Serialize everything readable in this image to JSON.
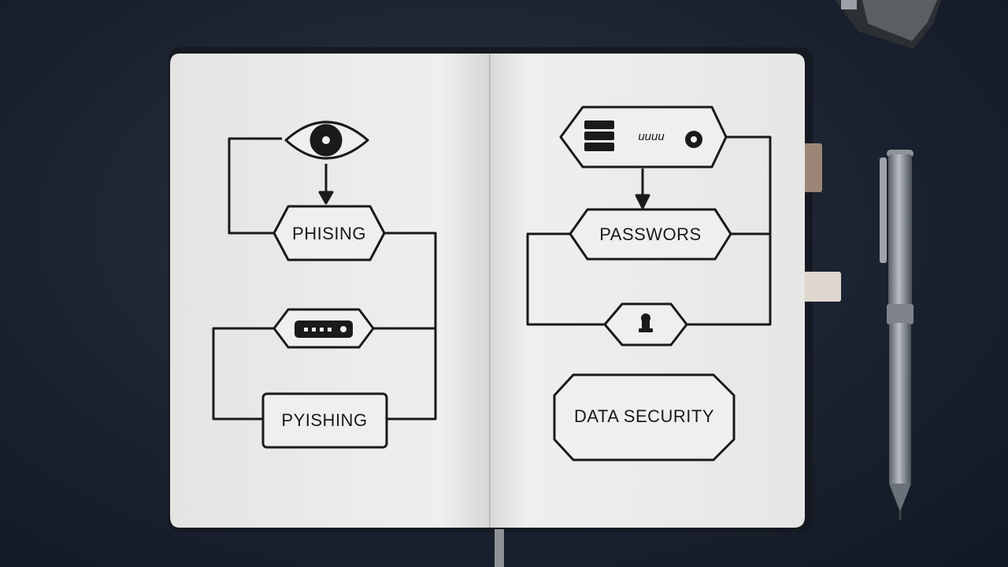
{
  "left_page": {
    "nodes": [
      {
        "label": "PHISING"
      },
      {
        "label": "PYISHING"
      }
    ]
  },
  "right_page": {
    "nodes": [
      {
        "label": "uuuu"
      },
      {
        "label": "PASSWORS"
      },
      {
        "label": "DATA SECURITY"
      }
    ]
  },
  "icons": [
    "eye-icon",
    "database-icon",
    "radio-dot-icon",
    "router-icon",
    "keyhole-icon"
  ],
  "colors": {
    "ink": "#1a1a1a",
    "paper": "#eeeeec",
    "desk": "#1b2230"
  }
}
